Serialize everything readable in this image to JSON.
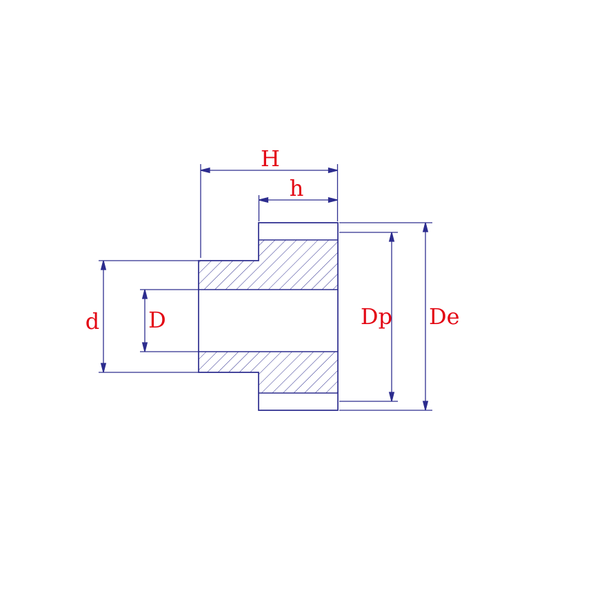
{
  "drawing": {
    "description": "gear-cross-section-technical-drawing",
    "line_color": "#2c2c8e",
    "label_color": "#e30613",
    "labels": {
      "H": "H",
      "h": "h",
      "d": "d",
      "D": "D",
      "Dp": "Dp",
      "De": "De"
    }
  }
}
